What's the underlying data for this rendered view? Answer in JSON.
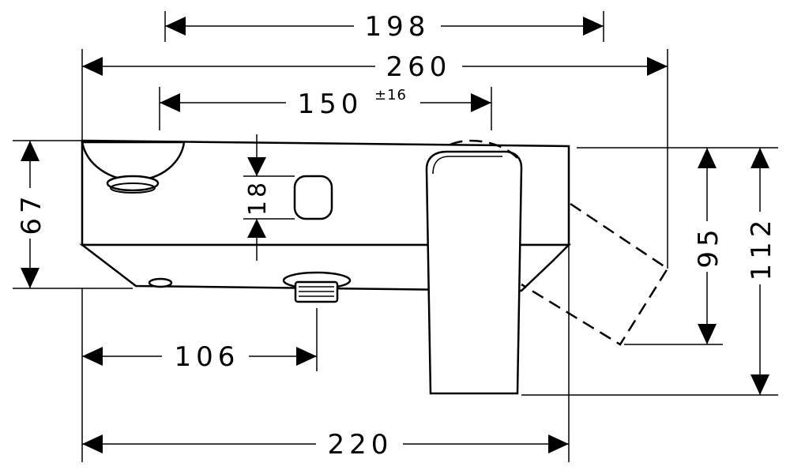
{
  "dimensions": {
    "d198": "198",
    "d260": "260",
    "d150": "150",
    "d150_tol": "±16",
    "d67": "67",
    "d18": "18",
    "d95": "95",
    "d112": "112",
    "d106": "106",
    "d220": "220"
  }
}
